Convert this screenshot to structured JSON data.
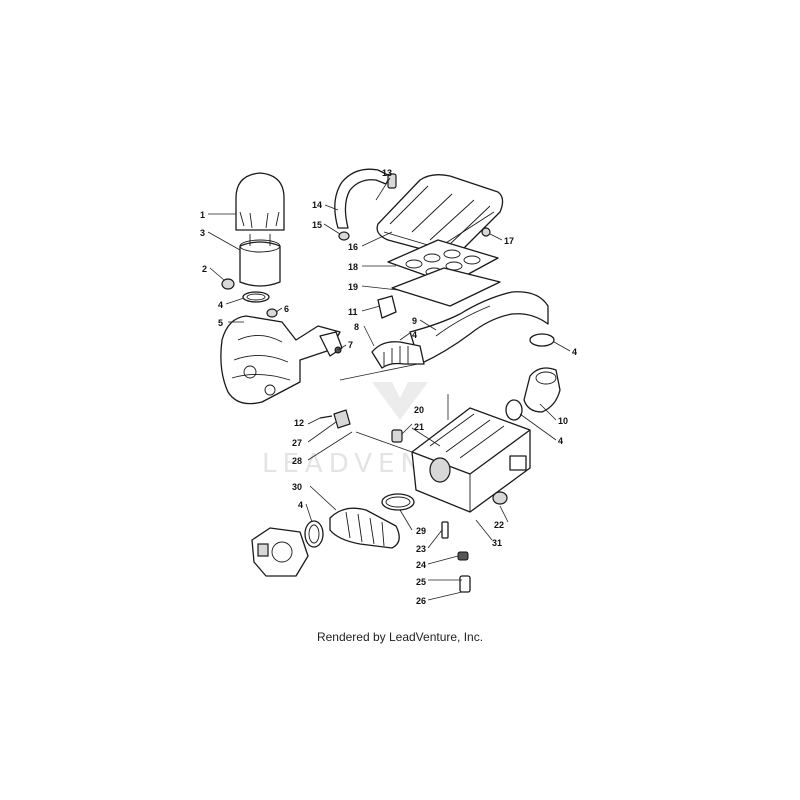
{
  "callouts": {
    "c1": "1",
    "c2": "2",
    "c3": "3",
    "c4a": "4",
    "c4b": "4",
    "c4c": "4",
    "c4d": "4",
    "c4e": "4",
    "c5": "5",
    "c6": "6",
    "c7": "7",
    "c8": "8",
    "c9": "9",
    "c10": "10",
    "c11": "11",
    "c12": "12",
    "c13": "13",
    "c14": "14",
    "c15": "15",
    "c16": "16",
    "c17": "17",
    "c18": "18",
    "c19": "19",
    "c20": "20",
    "c21": "21",
    "c22": "22",
    "c23": "23",
    "c24": "24",
    "c25": "25",
    "c26": "26",
    "c27": "27",
    "c28": "28",
    "c29": "29",
    "c30": "30",
    "c31": "31"
  },
  "watermark": "LEADVENTURE",
  "footer": {
    "credit": "Rendered by LeadVenture, Inc."
  }
}
